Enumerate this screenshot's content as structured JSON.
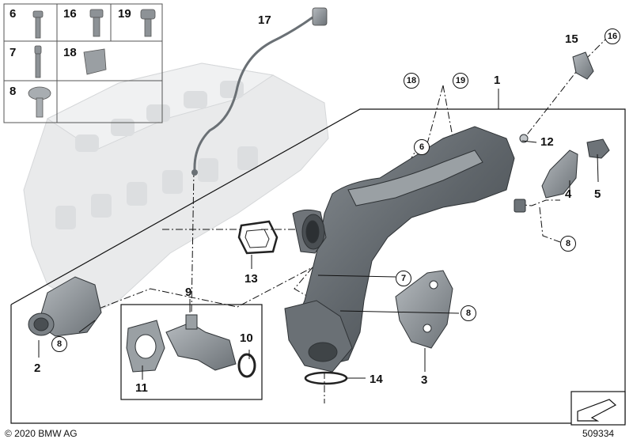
{
  "legend": {
    "cells": [
      "6",
      "16",
      "19",
      "7",
      "18",
      "8"
    ]
  },
  "callouts": {
    "n1": "1",
    "n2": "2",
    "n3": "3",
    "n4": "4",
    "n5": "5",
    "n9": "9",
    "n10": "10",
    "n11": "11",
    "n12": "12",
    "n13": "13",
    "n14": "14",
    "n15": "15",
    "n17": "17"
  },
  "circled": {
    "c16": "16",
    "c18": "18",
    "c19": "19",
    "c6": "6",
    "c7": "7",
    "c8a": "8",
    "c8b": "8",
    "c8c": "8"
  },
  "footer": {
    "copyright": "© 2020 BMW AG",
    "diagram_id": "509334"
  },
  "colors": {
    "part_dark": "#5b6166",
    "part_mid": "#7d8388",
    "part_light": "#a9aeb2",
    "engine_ghost": "#e7e8e9",
    "line": "#111111"
  }
}
